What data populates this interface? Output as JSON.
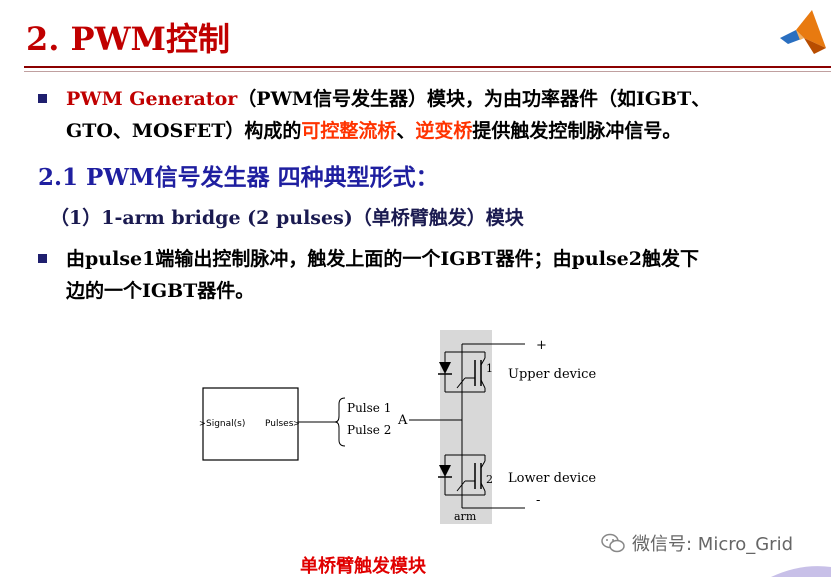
{
  "title": "2. PWM控制",
  "para1": {
    "part1": "PWM Generator",
    "part2": "（PWM信号发生器）模块，为由功率器件（如IGBT、",
    "part3": "GTO、MOSFET）构成的",
    "part4": "可控整流桥",
    "part5": "、",
    "part6": "逆变桥",
    "part7": "提供触发控制脉冲信号。"
  },
  "subheading": "2.1 PWM信号发生器 四种典型形式：",
  "subsub": "（1）1-arm bridge (2 pulses)（单桥臂触发）模块",
  "para2": {
    "line1": "由pulse1端输出控制脉冲，触发上面的一个IGBT器件；由pulse2触发下",
    "line2": "边的一个IGBT器件。"
  },
  "diagram": {
    "block_in": "Signal(s)",
    "block_out": "Pulses",
    "pulse1": "Pulse 1",
    "pulse2": "Pulse 2",
    "node_a": "A",
    "plus": "+",
    "minus": "-",
    "n1": "1",
    "n2": "2",
    "upper": "Upper device",
    "lower": "Lower device",
    "arm": "arm"
  },
  "caption": "单桥臂触发模块",
  "watermark": "微信号: Micro_Grid",
  "icons": {
    "logo": "matlab-logo-icon",
    "bullet": "square-bullet-icon",
    "wechat": "wechat-icon"
  }
}
